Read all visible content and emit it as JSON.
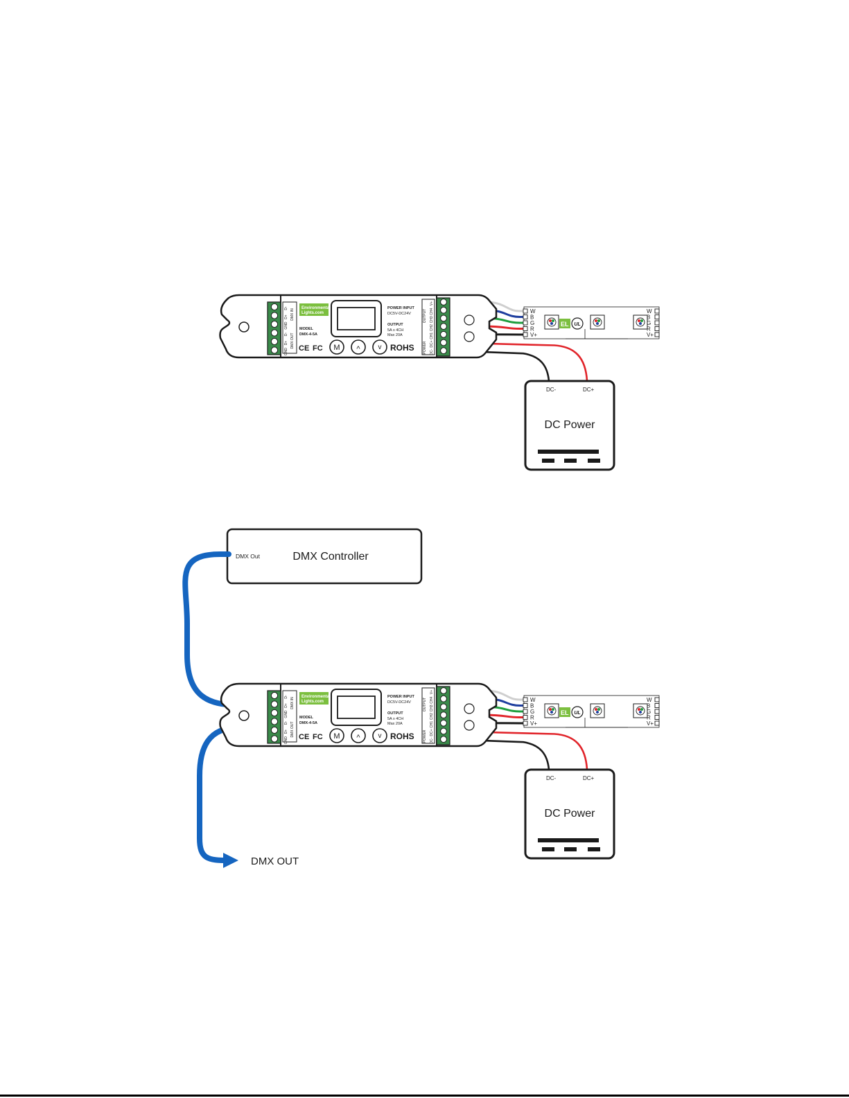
{
  "controller": {
    "brand_line1": "Environmental",
    "brand_line2": "Lights.com",
    "model_label": "MODEL",
    "model_value": "DMX-4-5A",
    "power_input_label": "POWER INPUT",
    "power_input_value": "DC5V-DC24V",
    "output_label": "OUTPUT",
    "output_value_1": "5A x 4CH",
    "output_value_2": "Max 20A",
    "btn_m": "M",
    "btn_up": "^",
    "btn_down": "v",
    "rohs": "ROHS",
    "ce": "CE",
    "fc": "FC",
    "dmx_in_label": "DMX IN",
    "dmx_out_label": "DMX OUT",
    "output_side_label": "OUTPUT",
    "power_side_label": "POWER",
    "terminal_left_labels": [
      "D-",
      "D+",
      "GND",
      "D-",
      "D+",
      "GND"
    ],
    "terminal_right_labels": [
      "V+",
      "CH4",
      "CH3",
      "CH2",
      "CH1",
      "DC+",
      "DC-"
    ]
  },
  "strip": {
    "left_labels": [
      "W",
      "B",
      "G",
      "R",
      "V+"
    ],
    "right_labels": [
      "W",
      "B",
      "G",
      "R",
      "V+"
    ],
    "el_logo": "EL",
    "ul_logo": "UL"
  },
  "power_supply": {
    "dc_minus": "DC-",
    "dc_plus": "DC+",
    "title": "DC Power"
  },
  "dmx_controller": {
    "port_label": "DMX Out",
    "title": "DMX Controller"
  },
  "dmx_out_arrow_label": "DMX OUT",
  "colors": {
    "white_wire": "#cfcfcf",
    "blue_wire": "#1f3f9f",
    "green_wire": "#1e9e3e",
    "red_wire": "#e1242a",
    "black_wire": "#1a1a1a",
    "dmx_cable": "#1565c0",
    "dmx_light": "#35b6e6",
    "terminal_green": "#3a8a4a",
    "brand_green": "#7cbf3f"
  }
}
